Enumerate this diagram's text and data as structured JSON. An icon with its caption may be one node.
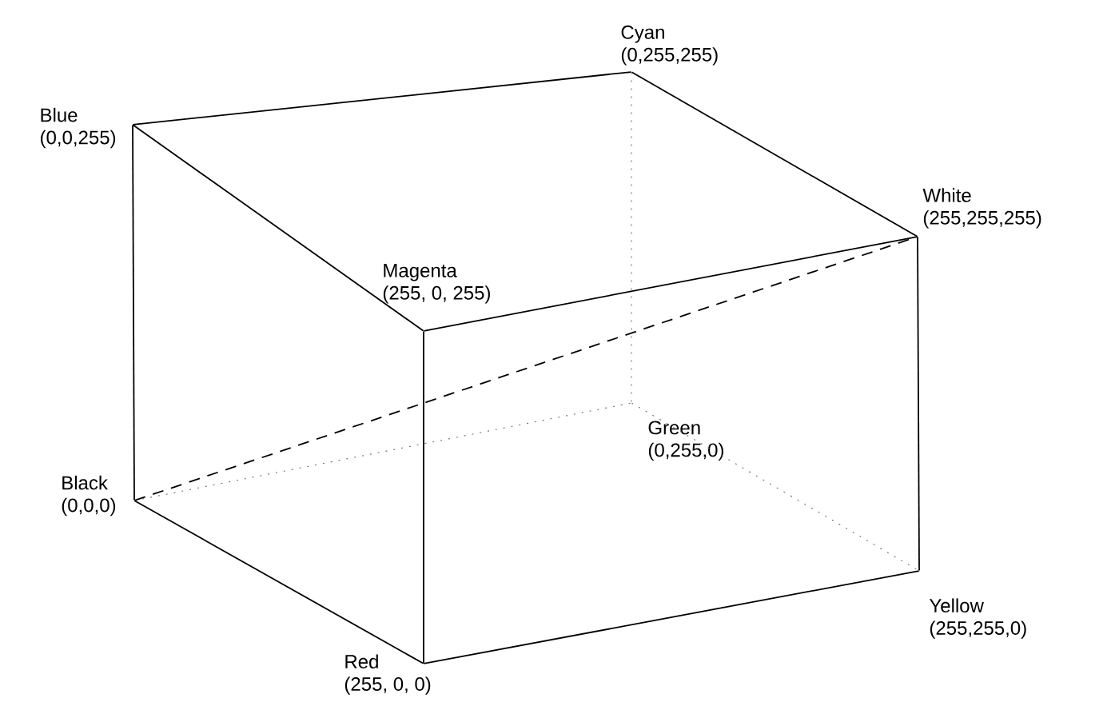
{
  "diagram": {
    "nodes": [
      {
        "text": [
          "Cyan",
          "(0,255,255)"
        ]
      },
      {
        "text": [
          "Blue",
          "(0,0,255)"
        ]
      },
      {
        "text": [
          "White",
          "(255,255,255)"
        ]
      },
      {
        "text": [
          "Magenta",
          "(255, 0, 255)"
        ]
      },
      {
        "text": [
          "Green",
          "(0,255,0)"
        ]
      },
      {
        "text": [
          "Black",
          "(0,0,0)"
        ]
      },
      {
        "text": [
          "Yellow",
          "(255,255,0)"
        ]
      },
      {
        "text": [
          "Red",
          "(255, 0, 0)"
        ]
      }
    ],
    "edges": [
      {
        "from": 1,
        "to": 0,
        "arrow": "none"
      },
      {
        "from": 0,
        "to": 2,
        "arrow": "none"
      },
      {
        "from": 1,
        "to": 3,
        "arrow": "none"
      },
      {
        "from": 3,
        "to": 2,
        "arrow": "none"
      },
      {
        "from": 1,
        "to": 5,
        "arrow": "none"
      },
      {
        "from": 3,
        "to": 7,
        "arrow": "none"
      },
      {
        "from": 2,
        "to": 6,
        "arrow": "none"
      },
      {
        "from": 5,
        "to": 7,
        "arrow": "none"
      },
      {
        "from": 7,
        "to": 6,
        "arrow": "none"
      },
      {
        "from": 0,
        "to": 4,
        "arrow": "none",
        "style": "dashed",
        "color": "#777777"
      },
      {
        "from": 5,
        "to": 4,
        "arrow": "none",
        "style": "dashed",
        "color": "#777777"
      },
      {
        "from": 4,
        "to": 6,
        "arrow": "none",
        "style": "dashed",
        "color": "#777777"
      },
      {
        "from": 5,
        "to": 2,
        "arrow": "none",
        "style": "dashed"
      }
    ]
  }
}
